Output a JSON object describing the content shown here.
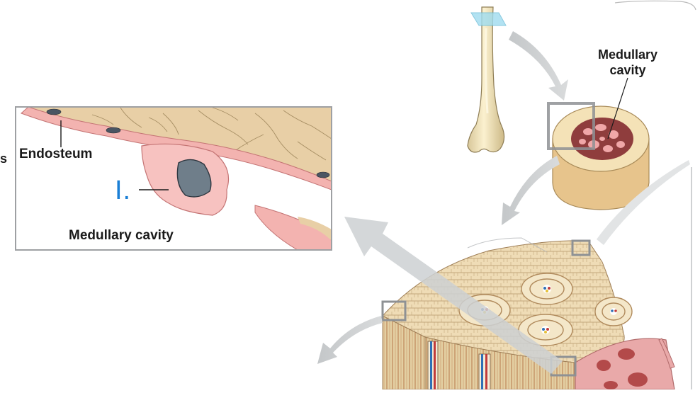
{
  "labels": {
    "endosteum": "Endosteum",
    "medullary_cavity_inset": "Medullary cavity",
    "medullary_cavity_cross_section": "Medullary cavity",
    "answer_marker": "I.",
    "left_edge_fragment": "s"
  },
  "colors": {
    "bone_matrix": "#e8cfa6",
    "endosteum_cells": "#f3b3b0",
    "osteoclast": "#6f7e8a",
    "marrow": "#8a3a3a",
    "spongy_bone": "#e9a9a9",
    "arrow": "#c9ccce",
    "answer_blue": "#1a7fd6"
  }
}
